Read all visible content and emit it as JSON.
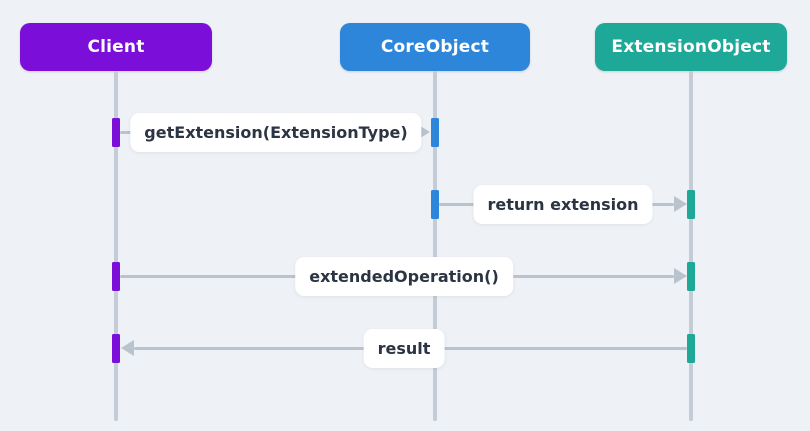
{
  "diagram": {
    "type": "uml-sequence-diagram",
    "background_color": "#EEF1F5",
    "lifeline_color": "#C3CCD7",
    "arrow_color": "#B9C3CE",
    "label_text_color": "#2B3442",
    "actors": [
      {
        "id": "client",
        "label": "Client",
        "color": "#7B0FD9"
      },
      {
        "id": "core-object",
        "label": "CoreObject",
        "color": "#2E86DB"
      },
      {
        "id": "extension-object",
        "label": "ExtensionObject",
        "color": "#1DA897"
      }
    ],
    "messages": [
      {
        "label": "getExtension(ExtensionType)",
        "from": "Client",
        "to": "CoreObject",
        "direction": "right"
      },
      {
        "label": "return extension",
        "from": "CoreObject",
        "to": "ExtensionObject",
        "direction": "right"
      },
      {
        "label": "extendedOperation()",
        "from": "Client",
        "to": "ExtensionObject",
        "direction": "right"
      },
      {
        "label": "result",
        "from": "ExtensionObject",
        "to": "Client",
        "direction": "left"
      }
    ]
  }
}
